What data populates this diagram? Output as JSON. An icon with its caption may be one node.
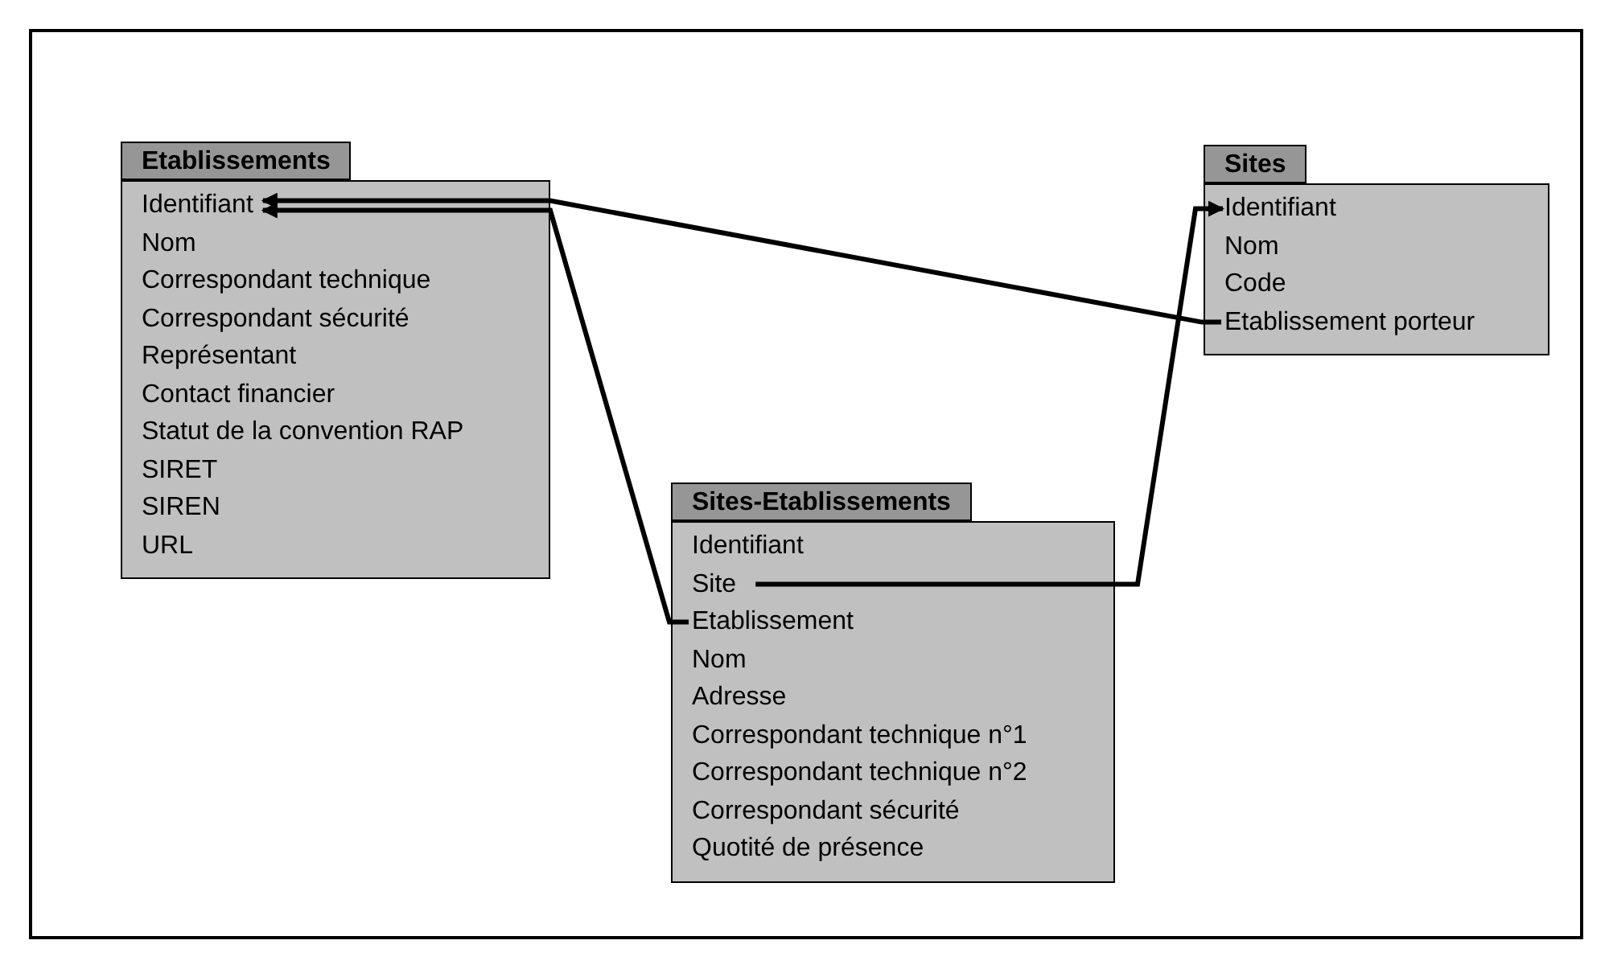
{
  "diagram": {
    "nodes": [
      {
        "text": [
          "Etablissements"
        ]
      },
      {
        "text": [
          "Identifiant"
        ],
        "in": 0
      },
      {
        "text": [
          "Nom"
        ],
        "in": 0
      },
      {
        "text": [
          "Correspondant technique"
        ],
        "in": 0
      },
      {
        "text": [
          "Correspondant sécurité"
        ],
        "in": 0
      },
      {
        "text": [
          "Représentant"
        ],
        "in": 0
      },
      {
        "text": [
          "Contact financier"
        ],
        "in": 0
      },
      {
        "text": [
          "Statut de la convention RAP"
        ],
        "in": 0
      },
      {
        "text": [
          "SIRET"
        ],
        "in": 0
      },
      {
        "text": [
          "SIREN"
        ],
        "in": 0
      },
      {
        "text": [
          "URL"
        ],
        "in": 0
      },
      {
        "text": [
          "Sites"
        ]
      },
      {
        "text": [
          "Identifiant"
        ],
        "in": 11
      },
      {
        "text": [
          "Nom"
        ],
        "in": 11
      },
      {
        "text": [
          "Code"
        ],
        "in": 11
      },
      {
        "text": [
          "Etablissement porteur"
        ],
        "in": 11
      },
      {
        "text": [
          "Sites-Etablissements"
        ]
      },
      {
        "text": [
          "Identifiant"
        ],
        "in": 16
      },
      {
        "text": [
          "Site"
        ],
        "in": 16
      },
      {
        "text": [
          "Etablissement"
        ],
        "in": 16
      },
      {
        "text": [
          "Nom"
        ],
        "in": 16
      },
      {
        "text": [
          "Adresse"
        ],
        "in": 16
      },
      {
        "text": [
          "Correspondant technique n°1"
        ],
        "in": 16
      },
      {
        "text": [
          "Correspondant technique n°2"
        ],
        "in": 16
      },
      {
        "text": [
          "Correspondant sécurité"
        ],
        "in": 16
      },
      {
        "text": [
          "Quotité de présence"
        ],
        "in": 16
      }
    ],
    "edges": [
      {
        "from": 15,
        "to": 1,
        "arrow": "to"
      },
      {
        "from": 19,
        "to": 1,
        "arrow": "to"
      },
      {
        "from": 18,
        "to": 12,
        "arrow": "to"
      }
    ]
  }
}
